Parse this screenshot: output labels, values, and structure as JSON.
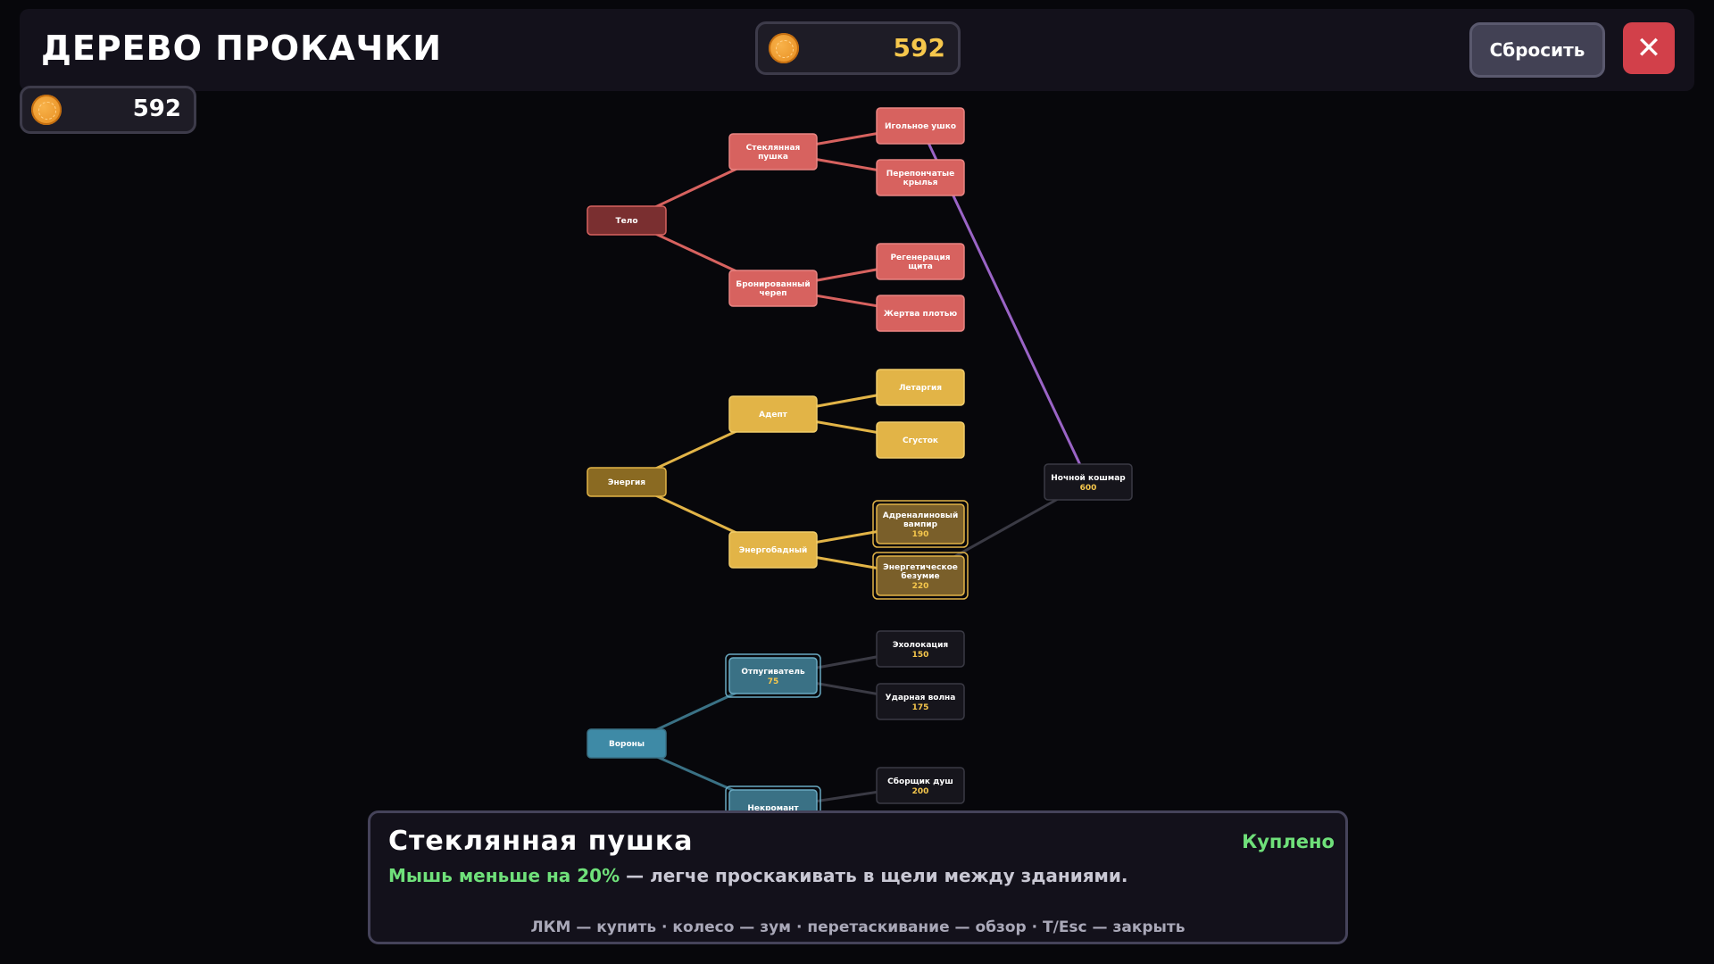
{
  "header": {
    "title": "ДЕРЕВО ПРОКАЧКИ",
    "coins": "592",
    "reset_label": "Сбросить",
    "close_label": "✕"
  },
  "coins_small": "592",
  "colors": {
    "body": "#d7625f",
    "energy": "#e2b447",
    "crows": "#3a7185",
    "locked": "#16151c",
    "special": "#9a64c6",
    "price": "#f6c74c",
    "accent_green": "#6fe07a"
  },
  "tree": {
    "nodes": [
      {
        "id": "telo",
        "label": "Тело",
        "branch": "body",
        "state": "root"
      },
      {
        "id": "steklo",
        "label": "Стеклянная пушка",
        "branch": "body",
        "state": "bought"
      },
      {
        "id": "bron",
        "label": "Бронированный череп",
        "branch": "body",
        "state": "bought"
      },
      {
        "id": "igol",
        "label": "Игольное ушко",
        "branch": "body",
        "state": "bought"
      },
      {
        "id": "pero",
        "label": "Перепончатые крылья",
        "branch": "body",
        "state": "bought"
      },
      {
        "id": "regen",
        "label": "Регенерация щита",
        "branch": "body",
        "state": "bought"
      },
      {
        "id": "zhert",
        "label": "Жертва плотью",
        "branch": "body",
        "state": "bought"
      },
      {
        "id": "energ",
        "label": "Энергия",
        "branch": "energy",
        "state": "root"
      },
      {
        "id": "adept",
        "label": "Адепт",
        "branch": "energy",
        "state": "bought"
      },
      {
        "id": "energosb",
        "label": "Энергобадный",
        "branch": "energy",
        "state": "bought"
      },
      {
        "id": "let",
        "label": "Летаргия",
        "branch": "energy",
        "state": "bought"
      },
      {
        "id": "sgust",
        "label": "Сгусток",
        "branch": "energy",
        "state": "bought"
      },
      {
        "id": "adren",
        "label": "Адреналиновый вампир",
        "price": "190",
        "branch": "energy",
        "state": "available"
      },
      {
        "id": "bezum",
        "label": "Энергетическое безумие",
        "price": "220",
        "branch": "energy",
        "state": "available"
      },
      {
        "id": "koshmar",
        "label": "Ночной кошмар",
        "price": "600",
        "branch": "special",
        "state": "locked"
      },
      {
        "id": "vorony",
        "label": "Вороны",
        "branch": "crows",
        "state": "root"
      },
      {
        "id": "otpug",
        "label": "Отпугиватель",
        "price": "75",
        "branch": "crows",
        "state": "available"
      },
      {
        "id": "nekro",
        "label": "Некромант",
        "branch": "crows",
        "state": "available"
      },
      {
        "id": "eho",
        "label": "Эхолокация",
        "price": "150",
        "branch": "crows",
        "state": "locked"
      },
      {
        "id": "udar",
        "label": "Ударная волна",
        "price": "175",
        "branch": "crows",
        "state": "locked"
      },
      {
        "id": "sborsh",
        "label": "Сборщик душ",
        "price": "200",
        "branch": "crows",
        "state": "locked"
      }
    ],
    "edges": [
      [
        "telo",
        "steklo"
      ],
      [
        "telo",
        "bron"
      ],
      [
        "steklo",
        "igol"
      ],
      [
        "steklo",
        "pero"
      ],
      [
        "bron",
        "regen"
      ],
      [
        "bron",
        "zhert"
      ],
      [
        "energ",
        "adept"
      ],
      [
        "energ",
        "energosb"
      ],
      [
        "adept",
        "let"
      ],
      [
        "adept",
        "sgust"
      ],
      [
        "energosb",
        "adren"
      ],
      [
        "energosb",
        "bezum"
      ],
      [
        "igol",
        "koshmar"
      ],
      [
        "bezum",
        "koshmar"
      ],
      [
        "vorony",
        "otpug"
      ],
      [
        "vorony",
        "nekro"
      ],
      [
        "otpug",
        "eho"
      ],
      [
        "otpug",
        "udar"
      ],
      [
        "nekro",
        "sborsh"
      ]
    ]
  },
  "info": {
    "title": "Стеклянная пушка",
    "status": "Куплено",
    "desc_highlight": "Мышь меньше на 20%",
    "desc_rest": " — легче проскакивать в щели между зданиями.",
    "hint": "ЛКМ — купить · колесо — зум · перетаскивание — обзор · T/Esc — закрыть"
  }
}
